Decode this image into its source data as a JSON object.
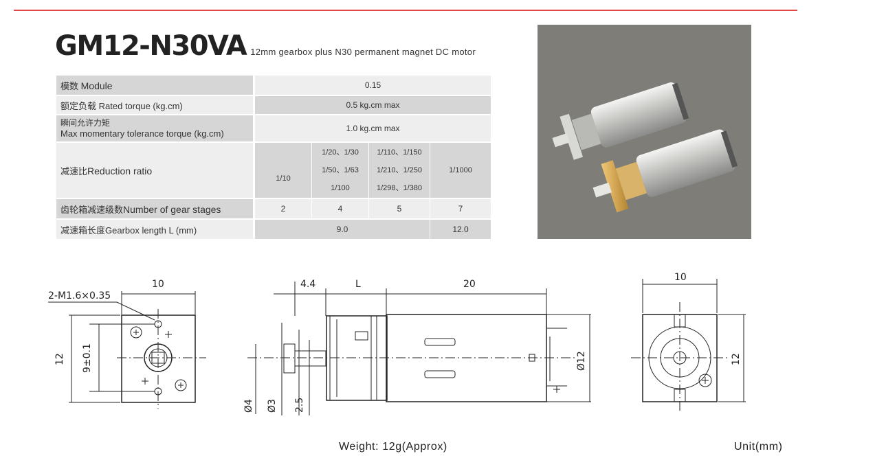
{
  "header": {
    "model": "GM12-N30VA",
    "subtitle": "12mm gearbox plus N30 permanent magnet DC  motor"
  },
  "spec_table": {
    "module": {
      "label_cn": "模数",
      "label_en": "Module",
      "value": "0.15"
    },
    "rated_torque": {
      "label_cn": "额定负载",
      "label_en": "Rated torque (kg.cm)",
      "value": "0.5 kg.cm max"
    },
    "max_torque": {
      "label_cn": "瞬间允许力矩",
      "label_en": "Max momentary tolerance torque (kg.cm)",
      "value": "1.0 kg.cm max"
    },
    "reduction": {
      "label_cn": "减速比",
      "label_en": "Reduction ratio",
      "col1": [
        "1/10"
      ],
      "col2": [
        "1/20、1/30",
        "1/50、1/63",
        "1/100"
      ],
      "col3": [
        "1/110、1/150",
        "1/210、1/250",
        "1/298、1/380"
      ],
      "col4": [
        "1/1000"
      ]
    },
    "stages": {
      "label_cn": "齿轮箱减速级数",
      "label_en": "Number of gear stages",
      "values": [
        "2",
        "4",
        "5",
        "7"
      ]
    },
    "length": {
      "label_cn": "减速箱长度",
      "label_en": "Gearbox length  L (mm)",
      "values": [
        "9.0",
        "12.0"
      ]
    }
  },
  "drawing": {
    "left": {
      "thread": "2-M1.6×0.35",
      "width": "10",
      "height": "12",
      "hole_spacing": "9±0.1"
    },
    "middle": {
      "d1": "4.4",
      "d2": "L",
      "d3": "20",
      "shaft1": "Ø4",
      "shaft2": "Ø3",
      "shaft3": "2.5",
      "dia": "Ø12"
    },
    "right": {
      "width": "10",
      "height": "12"
    }
  },
  "footer": {
    "weight": "Weight: 12g(Approx)",
    "unit": "Unit(mm)"
  },
  "colors": {
    "accent_line": "#e0484a",
    "cell_dark": "#d6d6d6",
    "cell_light": "#eeeeee",
    "photo_bg": "#7f7d78"
  }
}
